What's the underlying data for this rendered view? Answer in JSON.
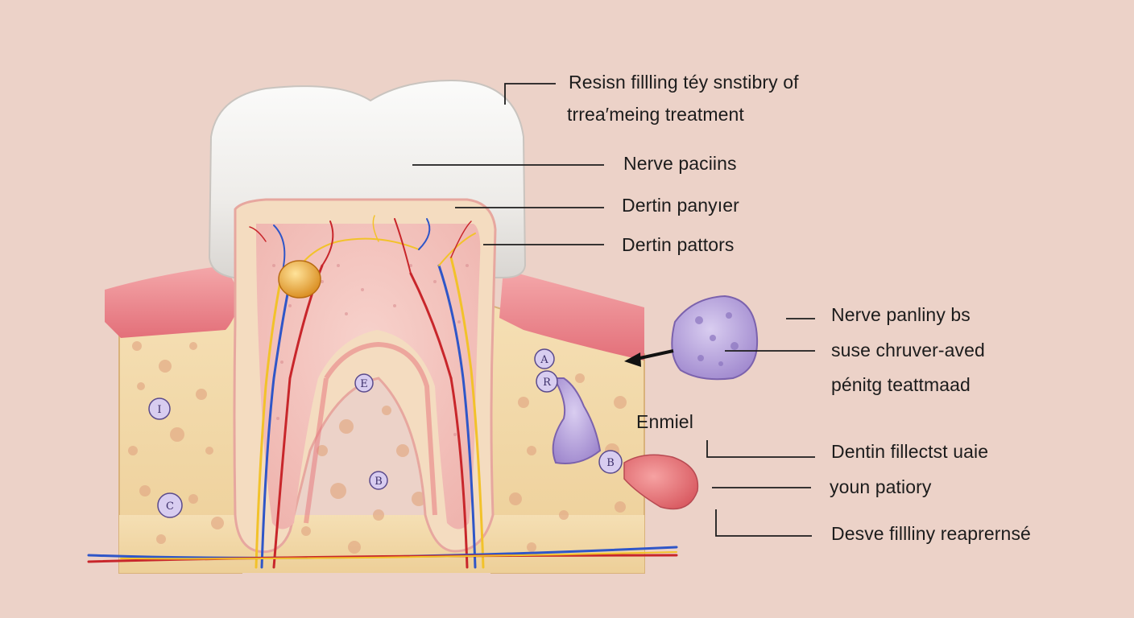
{
  "labels": {
    "resin_filling": "Resisn fillling téy snstibry of",
    "treatment": "trrea′meing treatment",
    "nerve_paciins": "Nerve paciins",
    "dentin_panyer": "Dertin panyıer",
    "dentin_pators": "Dertin pattors",
    "nerve_panliny": "Nerve panliny bs",
    "suse_chruver": "suse chruver-aved",
    "pening_teatmand": "pénitg teattmaad",
    "enmiel": "Enmiel",
    "dentin_fillectst": "Dentin fillectst uaie",
    "youn_patiory": "youn patiory",
    "desve_filliny": "Desve fillliny reaprernsé"
  },
  "markers": {
    "i": "I",
    "e": "E",
    "b_center": "B",
    "c": "C",
    "a": "A",
    "r": "R",
    "b_root": "B"
  },
  "colors": {
    "background": "#ecd2c8",
    "enamel": "#f2f0ee",
    "gum": "#e88c92",
    "bone": "#f0d6a6",
    "pulp": "#f3c1bd",
    "artery": "#c8262b",
    "vein": "#2f56c8",
    "nerve": "#f2c22a",
    "filling": "#b7a2dc",
    "leader": "#1c1c1c"
  }
}
